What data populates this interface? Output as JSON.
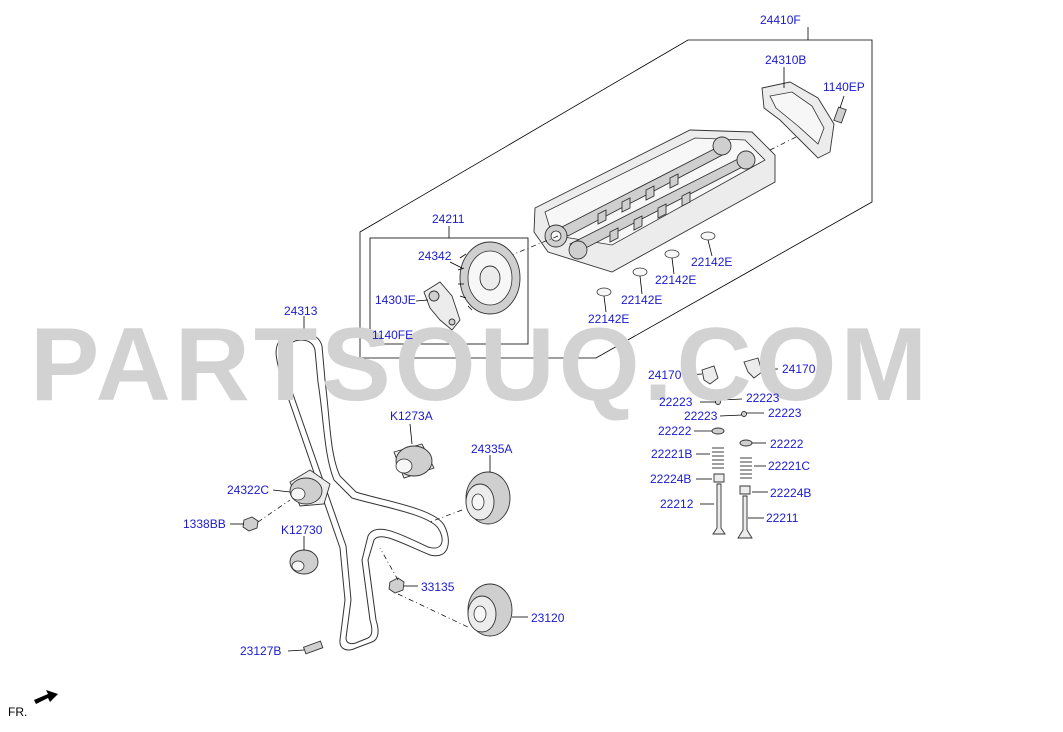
{
  "watermark": "PARTSOUQ.COM",
  "direction_label": "FR.",
  "labels": {
    "l24410F": "24410F",
    "l24310B": "24310B",
    "l1140EP": "1140EP",
    "l24211": "24211",
    "l24342": "24342",
    "l1430JE": "1430JE",
    "l1140FE": "1140FE",
    "l22142E_1": "22142E",
    "l22142E_2": "22142E",
    "l22142E_3": "22142E",
    "l22142E_4": "22142E",
    "l24313": "24313",
    "l24170_1": "24170",
    "l24170_2": "24170",
    "l22223_1": "22223",
    "l22223_2": "22223",
    "l22223_3": "22223",
    "l22223_4": "22223",
    "l22222_1": "22222",
    "l22222_2": "22222",
    "l22221B": "22221B",
    "l22221C": "22221C",
    "l22224B_1": "22224B",
    "l22224B_2": "22224B",
    "l22212": "22212",
    "l22211": "22211",
    "lK1273A": "K1273A",
    "l24335A": "24335A",
    "l24322C": "24322C",
    "l1338BB": "1338BB",
    "lK12730": "K12730",
    "l33135": "33135",
    "l23120": "23120",
    "l23127B": "23127B"
  },
  "colors": {
    "label_link": "#1a1ad0",
    "line": "#000000",
    "watermark": "#d2d2d2"
  }
}
